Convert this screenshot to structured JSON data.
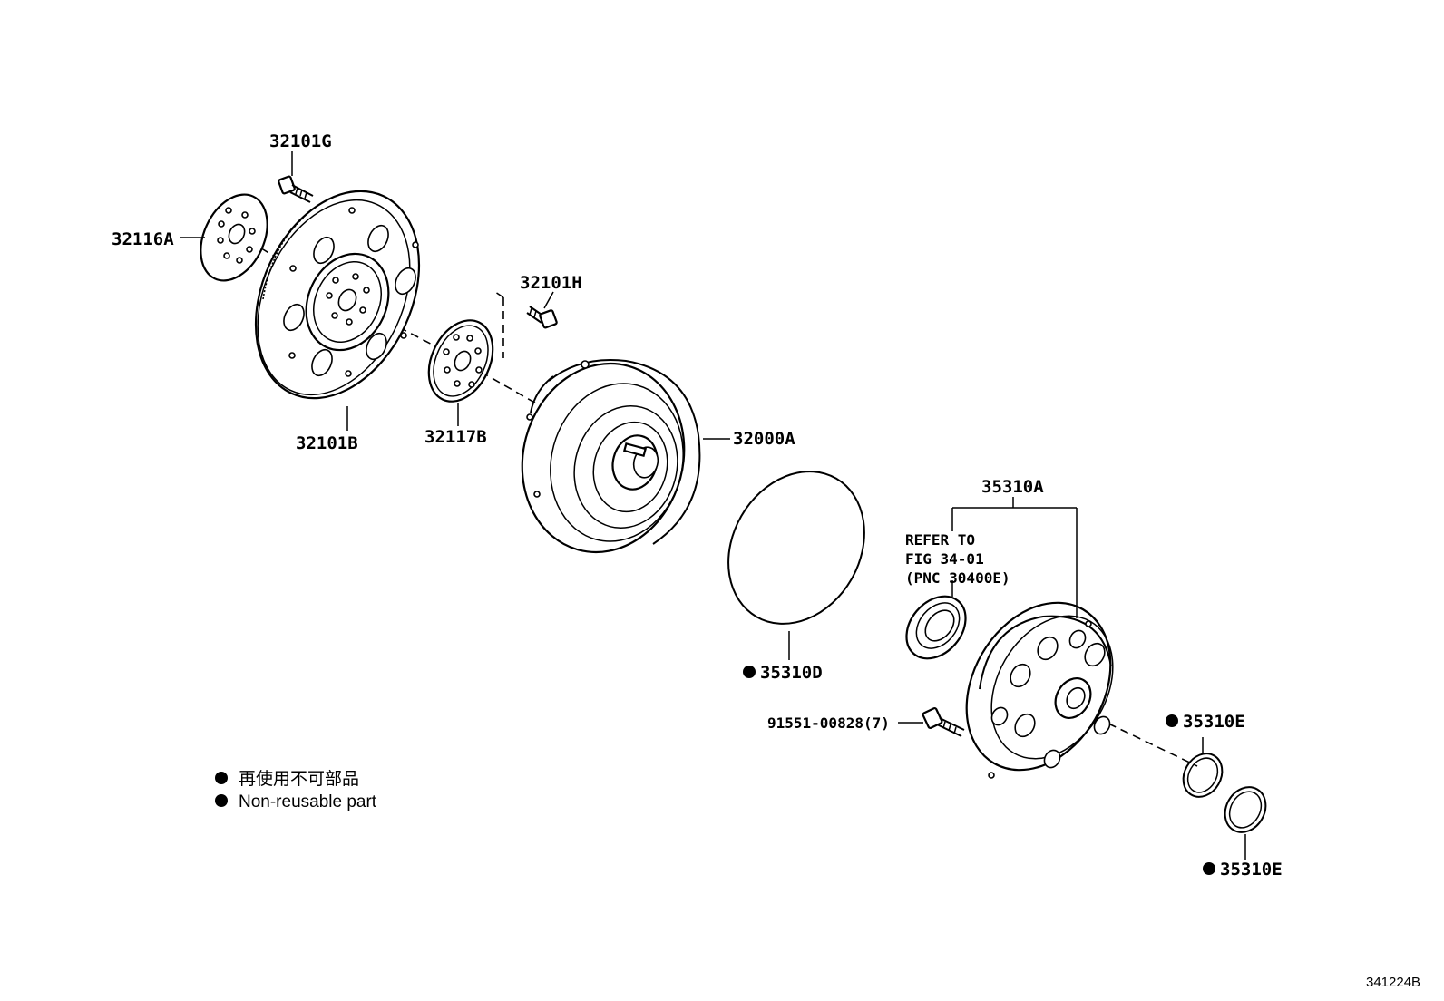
{
  "labels": {
    "p32101G": "32101G",
    "p32116A": "32116A",
    "p32101H": "32101H",
    "p32101B": "32101B",
    "p32117B": "32117B",
    "p32000A": "32000A",
    "p35310A": "35310A",
    "p35310D": "35310D",
    "p35310E_1": "35310E",
    "p35310E_2": "35310E",
    "bolt": "91551-00828(7)"
  },
  "refer": {
    "line1": "REFER TO",
    "line2": "FIG 34-01",
    "line3": "(PNC 30400E)"
  },
  "legend": {
    "ja": "再使用不可部品",
    "en": "Non-reusable part"
  },
  "figure_code": "341224B"
}
